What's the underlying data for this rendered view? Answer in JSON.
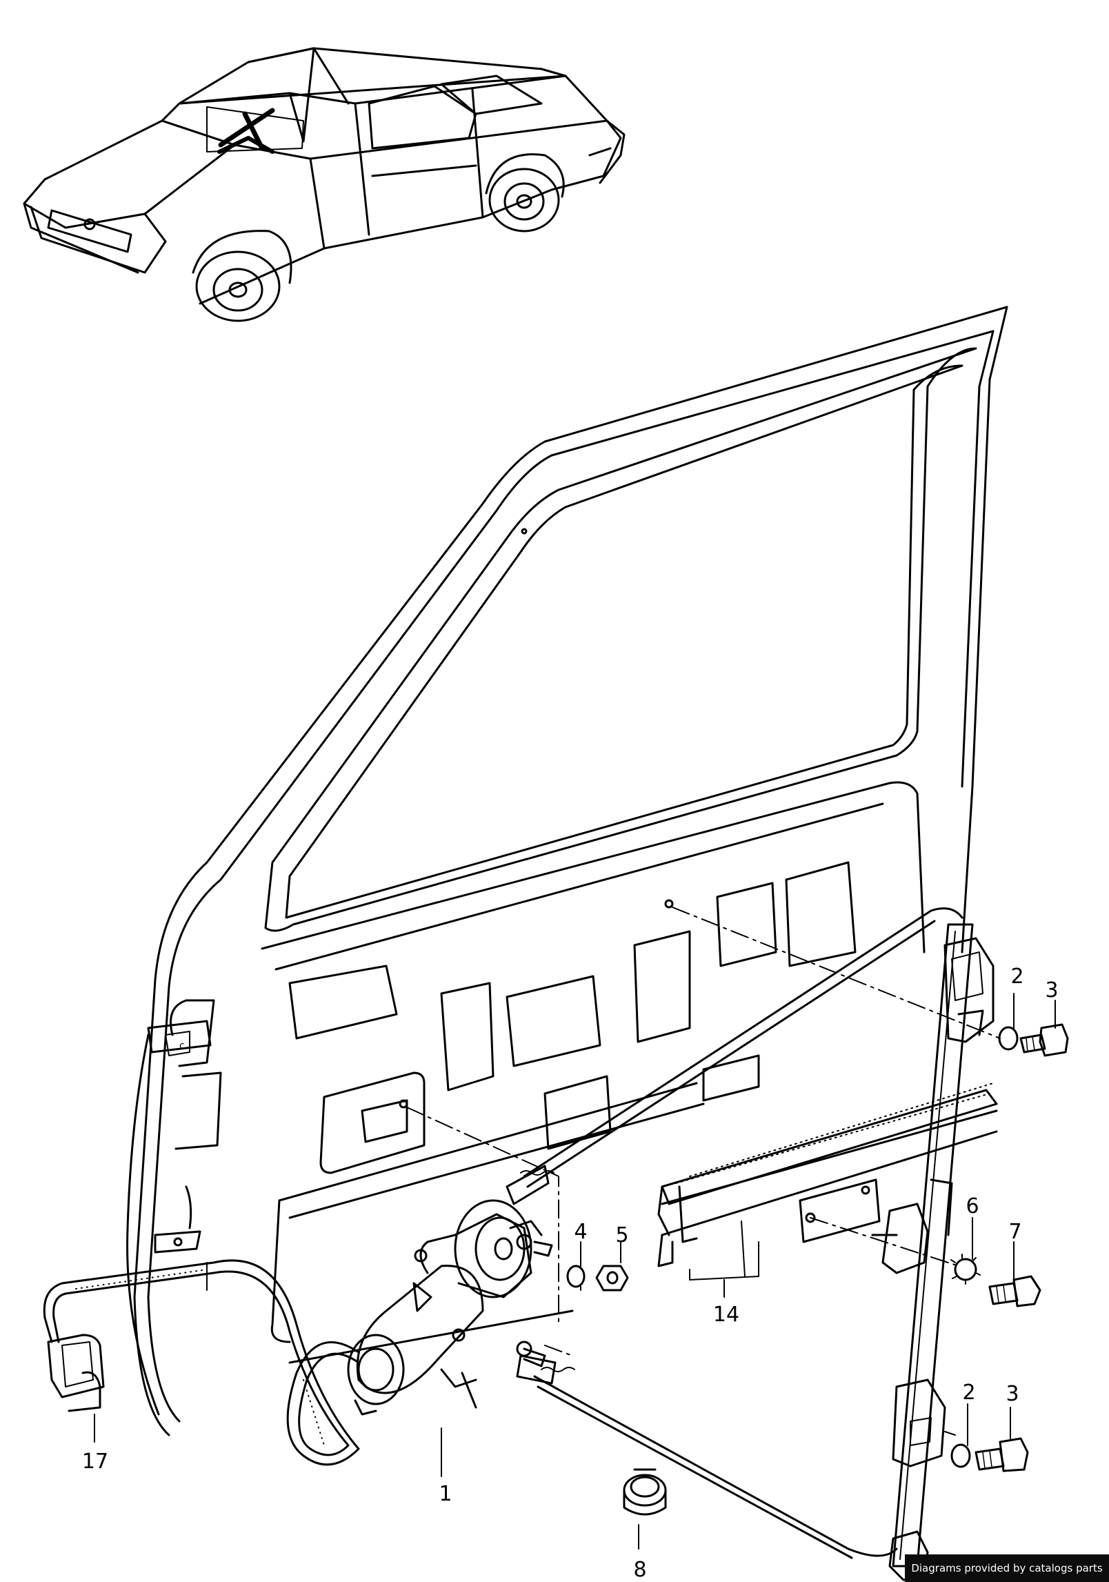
{
  "callouts": {
    "c1": "1",
    "c2_upper": "2",
    "c3_upper": "3",
    "c4": "4",
    "c5": "5",
    "c6": "6",
    "c7": "7",
    "c2_lower": "2",
    "c3_lower": "3",
    "c8": "8",
    "c14": "14",
    "c17": "17"
  },
  "credit": "Diagrams provided by catalogs parts"
}
